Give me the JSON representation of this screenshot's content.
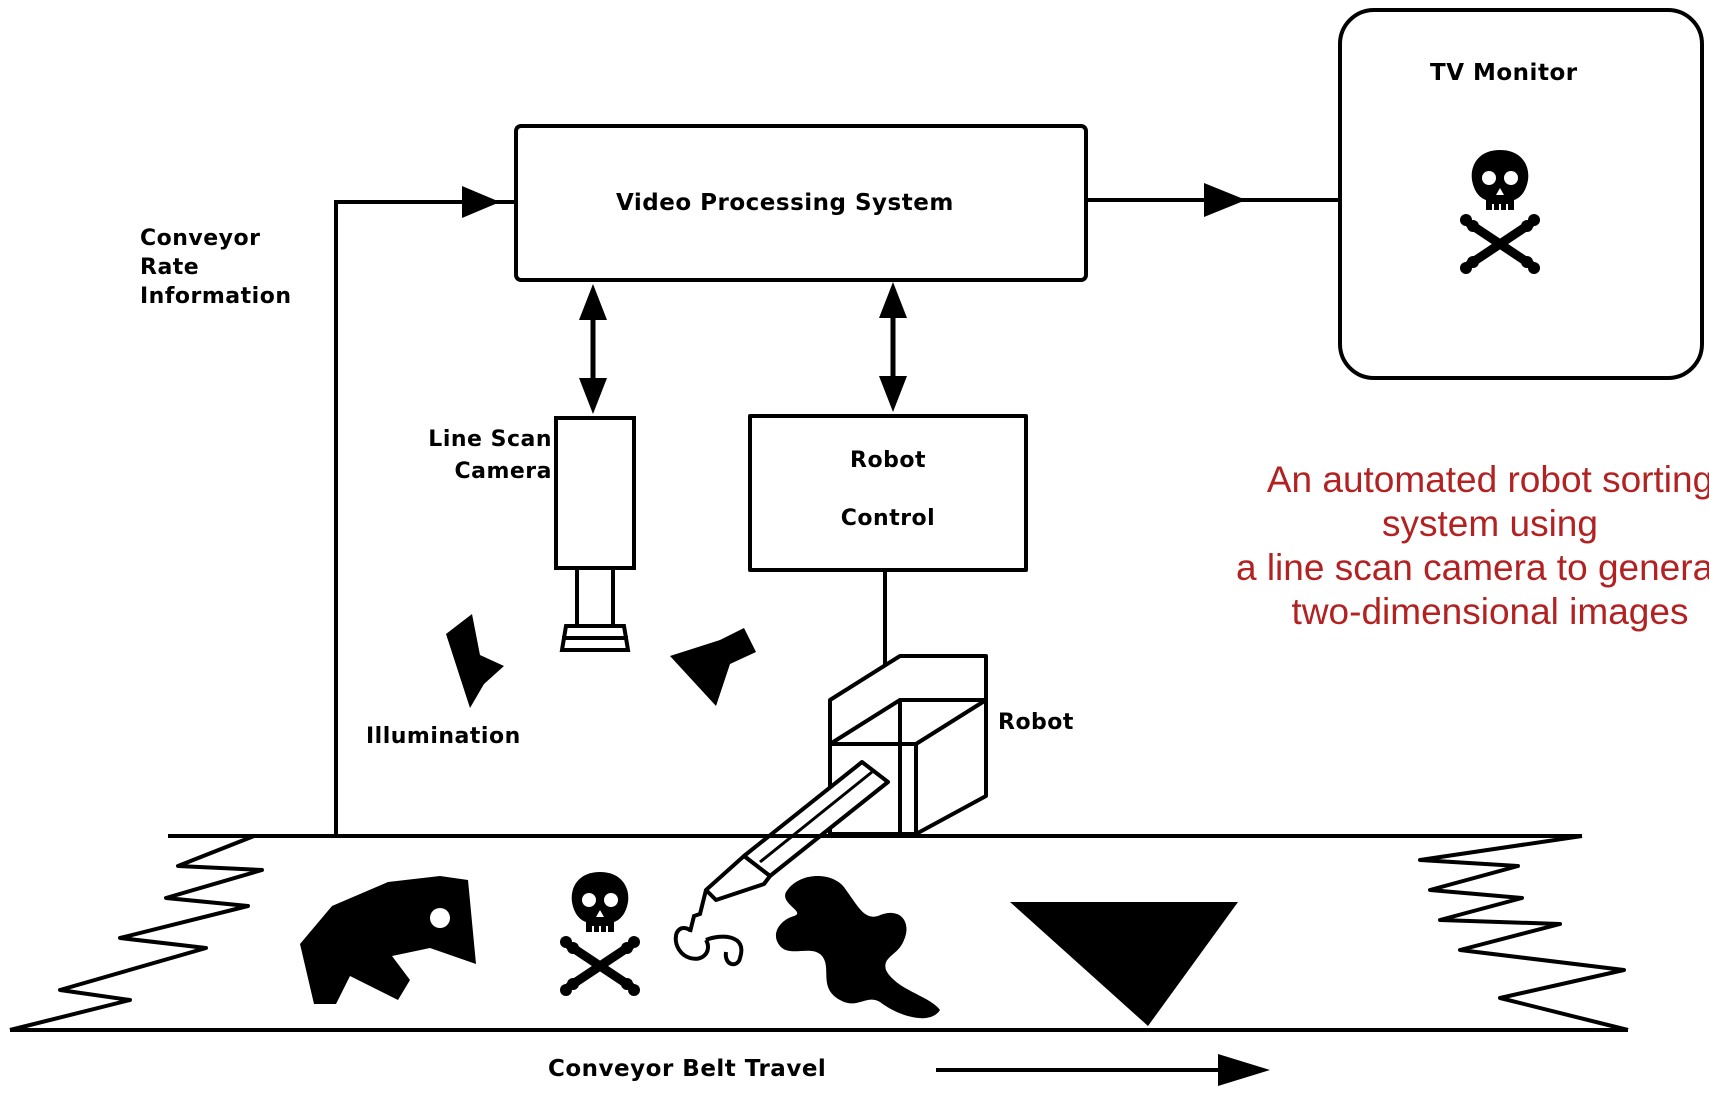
{
  "diagram": {
    "labels": {
      "video_processing": "Video Processing System",
      "tv_monitor": "TV Monitor",
      "conveyor_rate": [
        "Conveyor",
        "Rate",
        "Information"
      ],
      "line_scan_camera": [
        "Line Scan",
        "Camera"
      ],
      "robot_control": [
        "Robot",
        "Control"
      ],
      "illumination": "Illumination",
      "robot": "Robot",
      "conveyor_belt_travel": "Conveyor Belt Travel"
    },
    "caption": {
      "lines": [
        "An automated robot sorting",
        "system using",
        "a line scan camera to generate",
        "two-dimensional images"
      ]
    },
    "icons": [
      "skull-crossbones-icon",
      "shape-a-icon",
      "blob-shape-icon",
      "triangle-shape-icon"
    ],
    "colors": {
      "line": "#000000",
      "caption": "#b22222"
    }
  }
}
